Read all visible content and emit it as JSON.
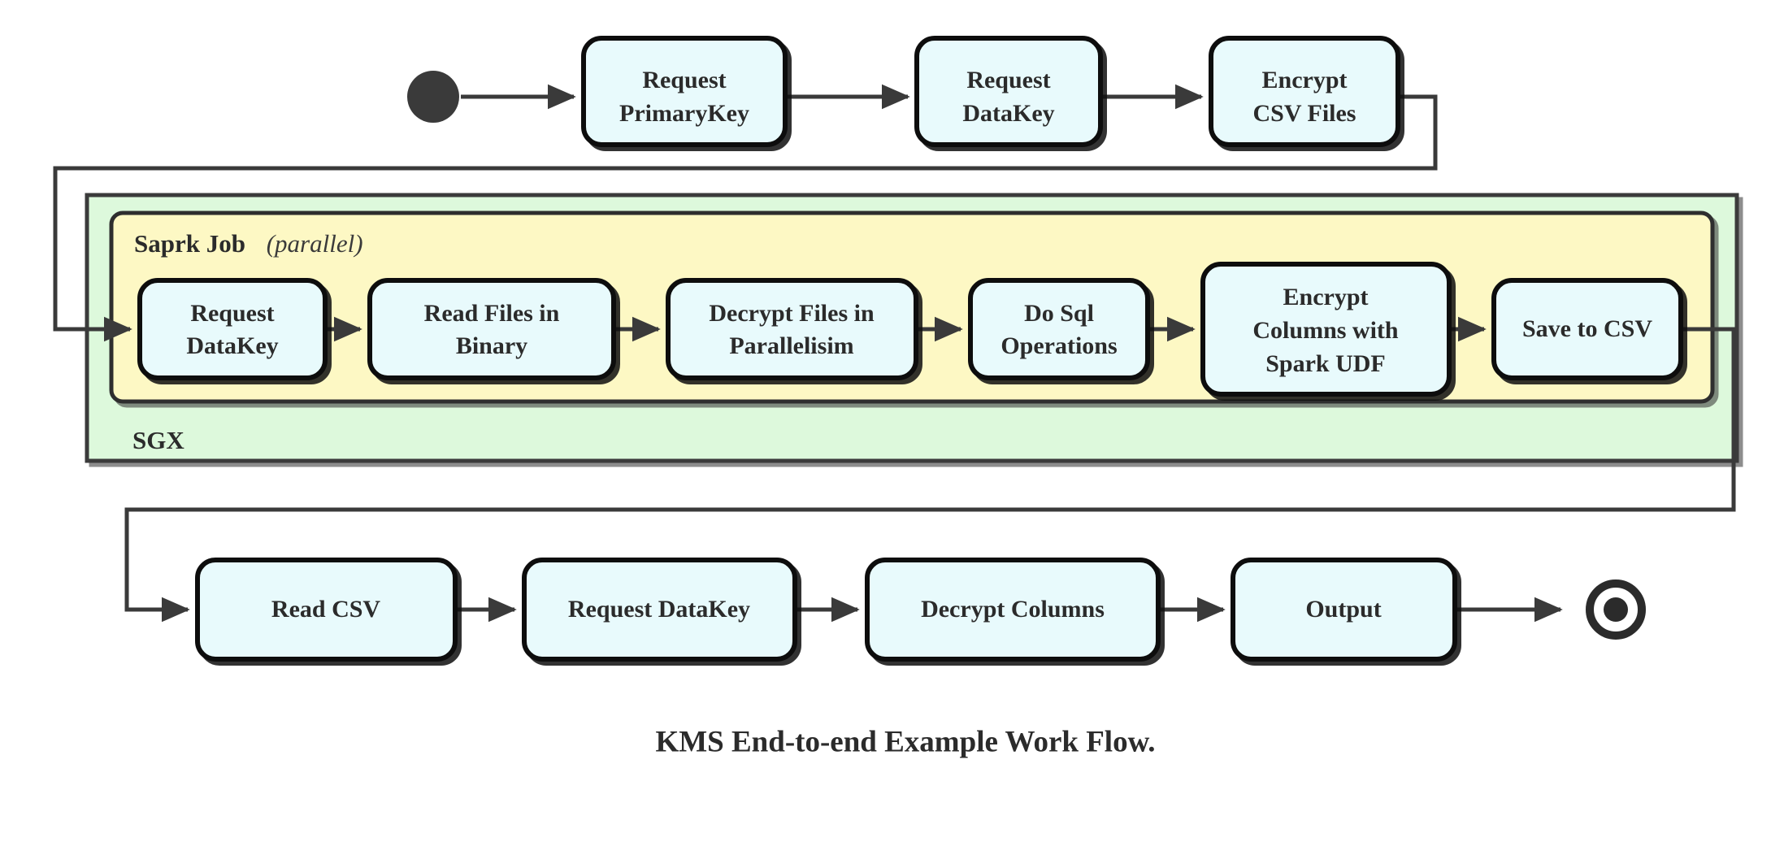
{
  "diagram": {
    "title": "KMS End-to-end Example Work Flow.",
    "type": "activity-flowchart",
    "colors": {
      "node_fill": "#E8FAFC",
      "node_stroke": "#101010",
      "spark_group_fill": "#FDF8C4",
      "sgx_group_fill": "#DDF9DC",
      "group_stroke": "#3a3a3a",
      "edge": "#3a3a3a",
      "text": "#2b2b2b",
      "background": "#FFFFFF"
    },
    "start_node": {
      "name": "start-node",
      "shape": "filled-circle"
    },
    "end_node": {
      "name": "end-node",
      "shape": "double-circle"
    },
    "groups": [
      {
        "id": "sgx",
        "label": "SGX",
        "label_position": "bottom-left",
        "fill": "#DDF9DC"
      },
      {
        "id": "spark",
        "label": "Saprk Job",
        "label_suffix": "(parallel)",
        "label_position": "top-left",
        "fill": "#FDF8C4"
      }
    ],
    "rows": [
      {
        "id": "row-top",
        "nodes": [
          {
            "id": "n1",
            "lines": [
              "Request",
              "PrimaryKey"
            ]
          },
          {
            "id": "n2",
            "lines": [
              "Request",
              "DataKey"
            ]
          },
          {
            "id": "n3",
            "lines": [
              "Encrypt",
              "CSV Files"
            ]
          }
        ]
      },
      {
        "id": "row-spark",
        "nodes": [
          {
            "id": "n4",
            "lines": [
              "Request",
              "DataKey"
            ]
          },
          {
            "id": "n5",
            "lines": [
              "Read Files in",
              "Binary"
            ]
          },
          {
            "id": "n6",
            "lines": [
              "Decrypt Files in",
              "Parallelisim"
            ]
          },
          {
            "id": "n7",
            "lines": [
              "Do Sql",
              "Operations"
            ]
          },
          {
            "id": "n8",
            "lines": [
              "Encrypt",
              "Columns with",
              "Spark UDF"
            ]
          },
          {
            "id": "n9",
            "lines": [
              "Save to CSV"
            ]
          }
        ]
      },
      {
        "id": "row-bottom",
        "nodes": [
          {
            "id": "n10",
            "lines": [
              "Read CSV"
            ]
          },
          {
            "id": "n11",
            "lines": [
              "Request DataKey"
            ]
          },
          {
            "id": "n12",
            "lines": [
              "Decrypt Columns"
            ]
          },
          {
            "id": "n13",
            "lines": [
              "Output"
            ]
          }
        ]
      }
    ]
  }
}
